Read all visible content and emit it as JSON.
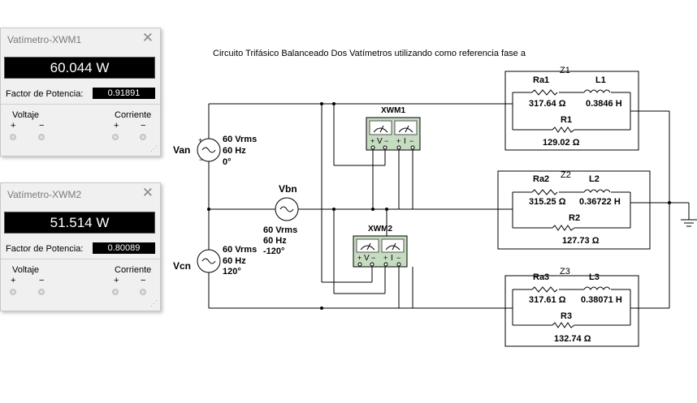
{
  "wm1": {
    "title": "Vatímetro-XWM1",
    "close": "✕",
    "power": "60.044 W",
    "pf_label": "Factor de Potencia:",
    "pf": "0.91891",
    "voltage_label": "Voltaje",
    "current_label": "Corriente",
    "plus": "+",
    "minus": "−"
  },
  "wm2": {
    "title": "Vatímetro-XWM2",
    "close": "✕",
    "power": "51.514 W",
    "pf_label": "Factor de Potencia:",
    "pf": "0.80089",
    "voltage_label": "Voltaje",
    "current_label": "Corriente",
    "plus": "+",
    "minus": "−"
  },
  "schematic": {
    "title": "Circuito Trifásico Balanceado Dos Vatímetros utilizando como referencia fase a",
    "sources": [
      {
        "name": "Van",
        "vrms": "60 Vrms",
        "freq": "60 Hz",
        "phase": "0°"
      },
      {
        "name": "Vbn",
        "vrms": "60 Vrms",
        "freq": "60 Hz",
        "phase": "-120°"
      },
      {
        "name": "Vcn",
        "vrms": "60 Vrms",
        "freq": "60 Hz",
        "phase": "120°"
      }
    ],
    "meters": [
      {
        "name": "XWM1",
        "v": "V",
        "i": "I"
      },
      {
        "name": "XWM2",
        "v": "V",
        "i": "I"
      }
    ],
    "loads": [
      {
        "label": "Z1",
        "ra_name": "Ra1",
        "ra_val": "317.64 Ω",
        "l_name": "L1",
        "l_val": "0.3846 H",
        "r_name": "R1",
        "r_val": "129.02 Ω"
      },
      {
        "label": "Z2",
        "ra_name": "Ra2",
        "ra_val": "315.25 Ω",
        "l_name": "L2",
        "l_val": "0.36722 H",
        "r_name": "R2",
        "r_val": "127.73 Ω"
      },
      {
        "label": "Z3",
        "ra_name": "Ra3",
        "ra_val": "317.61 Ω",
        "l_name": "L3",
        "l_val": "0.38071 H",
        "r_name": "R3",
        "r_val": "132.74 Ω"
      }
    ]
  }
}
